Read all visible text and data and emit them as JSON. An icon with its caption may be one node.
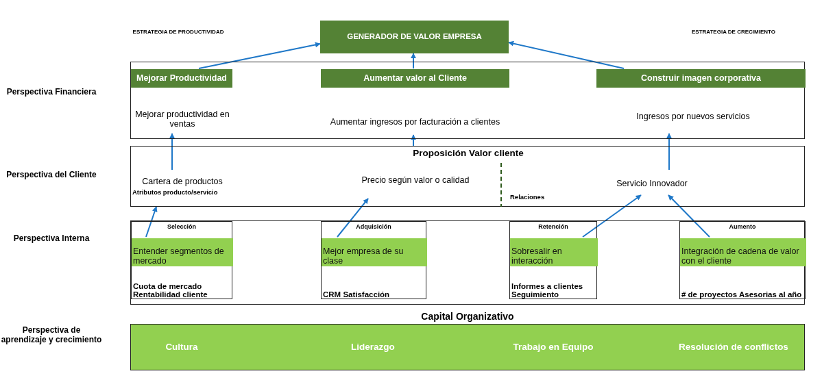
{
  "diagram": {
    "nodes": [
      {
        "text": [
          "GENERADOR DE VALOR EMPRESA"
        ]
      },
      {
        "text": [],
        "shape": "box"
      },
      {
        "text": [
          "Mejorar Productividad"
        ],
        "in": 1
      },
      {
        "text": [
          "Aumentar valor al Cliente"
        ],
        "in": 1
      },
      {
        "text": [
          "Construir imagen corporativa"
        ],
        "in": 1
      },
      {
        "text": [
          "Mejorar productividad en ventas"
        ],
        "in": 1
      },
      {
        "text": [
          "Aumentar ingresos por facturación a clientes"
        ],
        "in": 1
      },
      {
        "text": [
          "Ingresos por nuevos servicios"
        ],
        "in": 1
      },
      {
        "text": [
          "Proposición Valor cliente",
          "Atributos producto/servicio",
          "Relaciones"
        ]
      },
      {
        "text": [
          "Cartera de productos"
        ],
        "in": 8
      },
      {
        "text": [
          "Precio según valor o calidad"
        ],
        "in": 8
      },
      {
        "text": [
          "Servicio Innovador"
        ],
        "in": 8
      },
      {
        "text": [],
        "shape": "box"
      },
      {
        "text": [
          "Selección",
          "Cuota de mercado Rentabilidad cliente"
        ],
        "in": 12
      },
      {
        "text": [
          "Entender segmentos de mercado"
        ],
        "in": 13
      },
      {
        "text": [
          "Adquisición",
          "CRM Satisfacción"
        ],
        "in": 12
      },
      {
        "text": [
          "Mejor empresa de su clase"
        ],
        "in": 15
      },
      {
        "text": [
          "Retención",
          "Informes a clientes Seguimiento"
        ],
        "in": 12
      },
      {
        "text": [
          "Sobresalir en interacción"
        ],
        "in": 17
      },
      {
        "text": [
          "Aumento",
          "# de proyectos Asesorias al año"
        ],
        "in": 12
      },
      {
        "text": [
          "Integración de cadena de valor con el cliente"
        ],
        "in": 19
      },
      {
        "text": [
          "Capital Organizativo",
          "Cultura",
          "Liderazgo",
          "Trabajo en Equipo",
          "Resolución de conflictos"
        ]
      }
    ],
    "edges": [
      {
        "from": 2,
        "to": 0,
        "arrow": "to"
      },
      {
        "from": 3,
        "to": 0,
        "arrow": "to"
      },
      {
        "from": 4,
        "to": 0,
        "arrow": "to"
      },
      {
        "from": 9,
        "to": 5,
        "arrow": "to"
      },
      {
        "from": 8,
        "to": 6,
        "arrow": "to"
      },
      {
        "from": 11,
        "to": 7,
        "arrow": "to"
      },
      {
        "from": 14,
        "to": 8,
        "arrow": "to"
      },
      {
        "from": 16,
        "to": 10,
        "arrow": "to"
      },
      {
        "from": 18,
        "to": 11,
        "arrow": "to"
      },
      {
        "from": 20,
        "to": 11,
        "arrow": "to"
      }
    ],
    "labels": [
      "ESTRATEGIA DE PRODUCTIVIDAD",
      "ESTRATEGIA DE CRECIMIENTO",
      "Perspectiva Financiera",
      "Perspectiva del Cliente",
      "Perspectiva Interna",
      "Perspectiva de aprendizaje y crecimiento"
    ]
  }
}
